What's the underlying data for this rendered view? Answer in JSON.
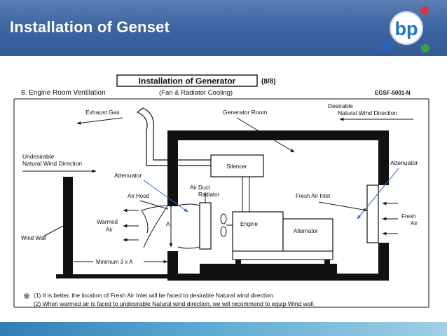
{
  "slide": {
    "title": "Installation of Genset",
    "logo_text": "bp",
    "colors": {
      "header_blue": "#3f66a3",
      "footer_teal": "#55a6cf",
      "annotation_blue": "#2f6fc0"
    }
  },
  "figure": {
    "heading": "Installation of Generator",
    "page_ref": "(8/8)",
    "section": "8. Engine Room Ventilation",
    "subtitle": "(Fan & Radiator Cooling)",
    "doc_code": "EGSF-5001-N"
  },
  "labels": {
    "exhaust_gas": "Exhaust Gas",
    "generator_room": "Generator Room",
    "desirable_line1": "Desirable",
    "desirable_line2": "Natural Wind Direction",
    "undesirable_line1": "Undesirable",
    "undesirable_line2": "Natural Wind Direction",
    "attenuator_left": "Attenuator",
    "attenuator_right": "Attenuator",
    "silencer": "Silencer",
    "air_hood": "Air Hood",
    "air_duct_line1": "Air Duct",
    "air_duct_line2": "Radiator",
    "fresh_air_inlet": "Fresh Air Inlet",
    "warmed_line1": "Warmed",
    "warmed_line2": "Air",
    "fresh_line1": "Fresh",
    "fresh_line2": "Air",
    "dim_a": "A",
    "engine": "Engine",
    "alternator": "Alternator",
    "wind_wall": "Wind Wall",
    "minimum": "Minimum 3 x A"
  },
  "notes": {
    "mark": "※",
    "note1": "(1) It is better, the location of Fresh Air Inlet will be faced to desirable  Natural wind direction.",
    "note2": "(2) When warmed air is faced to undesirable Natural wind direction, we will recommend to equip Wind wall."
  }
}
